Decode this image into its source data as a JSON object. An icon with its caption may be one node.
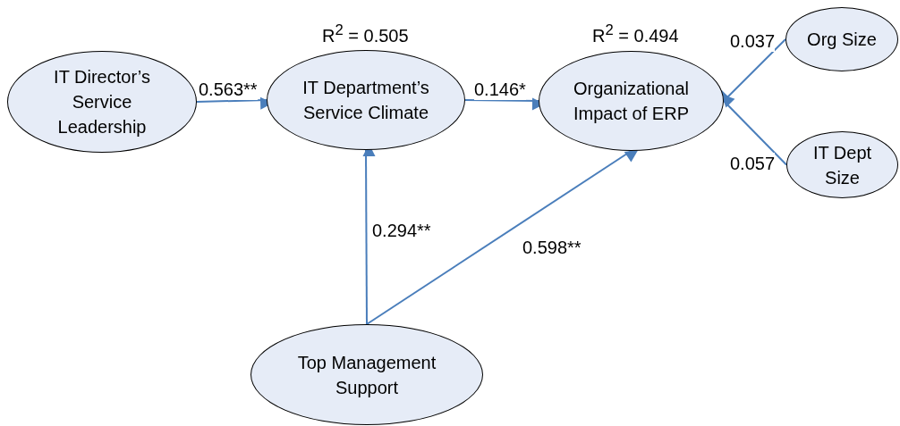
{
  "diagram": {
    "nodes": [
      {
        "text": [
          "IT Director’s Service Leadership"
        ]
      },
      {
        "text": [
          "IT Department’s Service Climate"
        ],
        "beside": [
          "R$^{2}$ = 0.505"
        ]
      },
      {
        "text": [
          "Organizational Impact of ERP"
        ],
        "beside": [
          "R$^{2}$ = 0.494"
        ]
      },
      {
        "text": [
          "Org Size"
        ]
      },
      {
        "text": [
          "IT Dept Size"
        ]
      },
      {
        "text": [
          "Top Management Support"
        ]
      }
    ],
    "edges": [
      {
        "from": 0,
        "to": 1,
        "arrow": "to",
        "label": "0.563**"
      },
      {
        "from": 1,
        "to": 2,
        "arrow": "to",
        "label": "0.146*"
      },
      {
        "from": 5,
        "to": 1,
        "arrow": "to",
        "label": "0.294**"
      },
      {
        "from": 5,
        "to": 2,
        "arrow": "to",
        "label": "0.598**"
      },
      {
        "from": 3,
        "to": 2,
        "arrow": "to",
        "label": "0.037"
      },
      {
        "from": 4,
        "to": 2,
        "arrow": "to",
        "label": "0.057"
      }
    ]
  }
}
